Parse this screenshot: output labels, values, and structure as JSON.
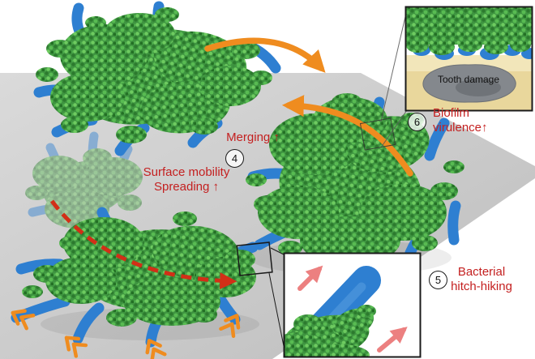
{
  "figure": {
    "type": "scientific-diagram",
    "subject": "biofilm surface mobility and merging on tooth surface"
  },
  "annotations": {
    "step4": {
      "number": "4",
      "title": "Merging ↑",
      "subtitle_line1": "Surface mobility",
      "subtitle_line2": "Spreading ↑"
    },
    "step5": {
      "number": "5",
      "label_line1": "Bacterial",
      "label_line2": "hitch-hiking"
    },
    "step6": {
      "number": "6",
      "label_line1": "Biofilm",
      "label_line2": "virulence↑"
    },
    "inset_tooth": {
      "caption": "Tooth damage"
    }
  },
  "icons": {
    "merge_arrows": "curved-orange-arrow",
    "mobility_arrow": "dashed-red-curved-arrow",
    "spread_markers": "orange-double-chevron",
    "hitchhike_arrows": "pink-straight-arrow"
  },
  "colors": {
    "biofilm_green": "#3e9440",
    "bacteria_blue": "#2e7fd1",
    "arrow_orange": "#ef8c1f",
    "annotation_red": "#c42020",
    "mobility_arrow_red": "#d22f17",
    "surface_gray": "#cccccc",
    "hitchhike_pink": "#ec8080",
    "tooth_enamel_beige": "#ecdda6",
    "tooth_damage_gray": "#84888d"
  }
}
